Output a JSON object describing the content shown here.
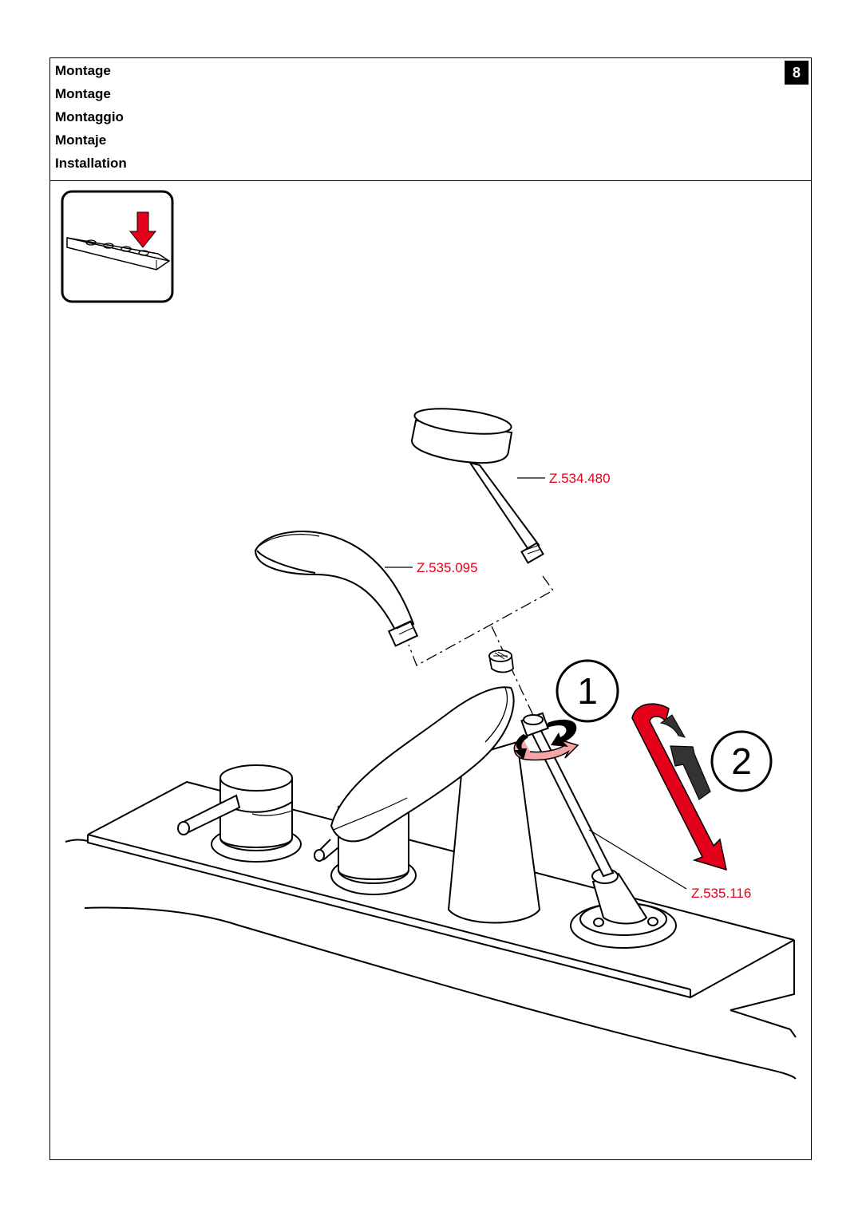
{
  "header": {
    "titles": [
      "Montage",
      "Montage",
      "Montaggio",
      "Montaje",
      "Installation"
    ],
    "page_number": "8"
  },
  "icon_box": {
    "icon": "deck-mount-arrow-icon"
  },
  "parts": {
    "hand_shower_label": "Z.535.095",
    "head_shower_label": "Z.534.480",
    "hose_label": "Z.535.116"
  },
  "steps": {
    "step1": "1",
    "step2": "2"
  },
  "colors": {
    "accent": "#e3001b",
    "light_accent": "#f4a6a6",
    "dark_arrow": "#333333"
  }
}
